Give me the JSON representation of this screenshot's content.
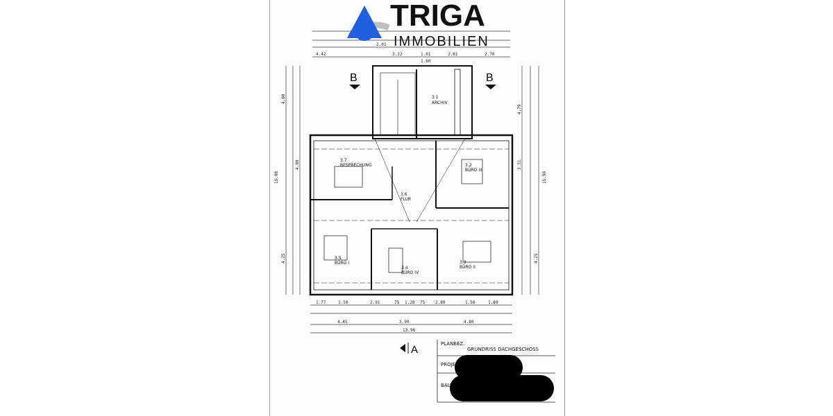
{
  "logo": {
    "name": "TRIGA",
    "subtitle": "IMMOBILIEN",
    "colors": {
      "drop": "#1f5fe0",
      "ring": "#bfbfbf",
      "text": "#111111"
    }
  },
  "plan": {
    "section_marks": [
      "B",
      "B",
      "A"
    ],
    "rooms": [
      {
        "no": "3.1",
        "name": "ARCHIV"
      },
      {
        "no": "3.2",
        "name": "BÜRO III"
      },
      {
        "no": "3.3",
        "name": "BÜRO II"
      },
      {
        "no": "3.4",
        "name": "BÜRO IV"
      },
      {
        "no": "3.5",
        "name": "BÜRO I"
      },
      {
        "no": "3.6",
        "name": "FLUR"
      },
      {
        "no": "3.7",
        "name": "BESPRECHUNG"
      }
    ],
    "dims_top": [
      "4.42",
      "3.22",
      "1.01",
      "2.61",
      "2.70",
      "1.60",
      "2.01"
    ],
    "dims_bottom_row1": [
      "1.77",
      "1.50",
      "2.91",
      "75",
      "1.28",
      "75",
      "2.89",
      "1.50",
      "1.69"
    ],
    "dims_bottom_row2": [
      "4.45",
      "3.90",
      "4.80"
    ],
    "dims_bottom_total": "13.96",
    "dims_left": [
      "4.80",
      "4.00",
      "4.25",
      "15.98"
    ],
    "dims_right": [
      "4.79",
      "3.31",
      "4.25",
      "15.98"
    ]
  },
  "title_block": {
    "planbez_label": "PLANBEZ.",
    "planbez_value": "GRUNDRISS DACHGESCHOSS",
    "projekt_label": "PROJE",
    "bau_label": "BAU"
  }
}
